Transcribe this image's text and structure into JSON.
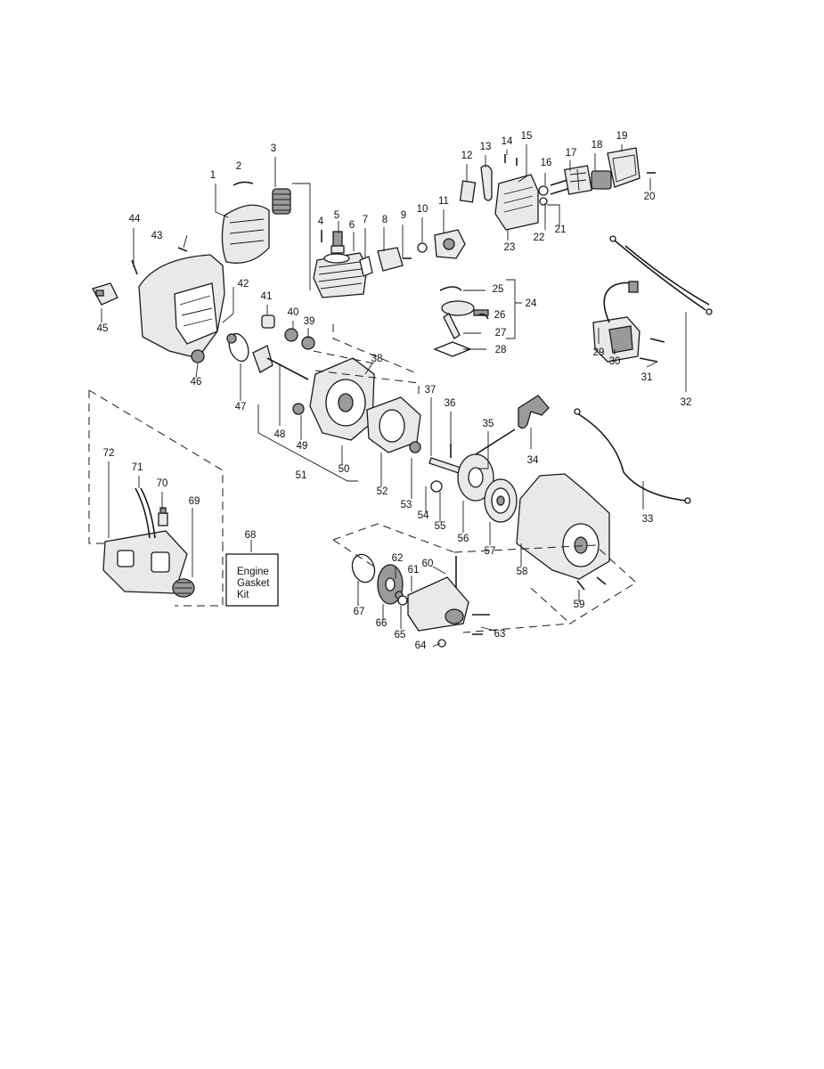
{
  "diagram": {
    "part_numbers": [
      "1",
      "2",
      "3",
      "4",
      "5",
      "6",
      "7",
      "8",
      "9",
      "10",
      "11",
      "12",
      "13",
      "14",
      "15",
      "16",
      "17",
      "18",
      "19",
      "20",
      "21",
      "22",
      "23",
      "24",
      "25",
      "26",
      "27",
      "28",
      "29",
      "30",
      "31",
      "32",
      "33",
      "34",
      "35",
      "36",
      "37",
      "38",
      "39",
      "40",
      "41",
      "42",
      "43",
      "44",
      "45",
      "46",
      "47",
      "48",
      "49",
      "50",
      "51",
      "52",
      "53",
      "54",
      "55",
      "56",
      "57",
      "58",
      "59",
      "60",
      "61",
      "62",
      "63",
      "64",
      "65",
      "66",
      "67",
      "69",
      "70",
      "71",
      "72"
    ],
    "kit_box": {
      "number": "68",
      "lines": [
        "Engine",
        "Gasket",
        "Kit"
      ]
    }
  }
}
